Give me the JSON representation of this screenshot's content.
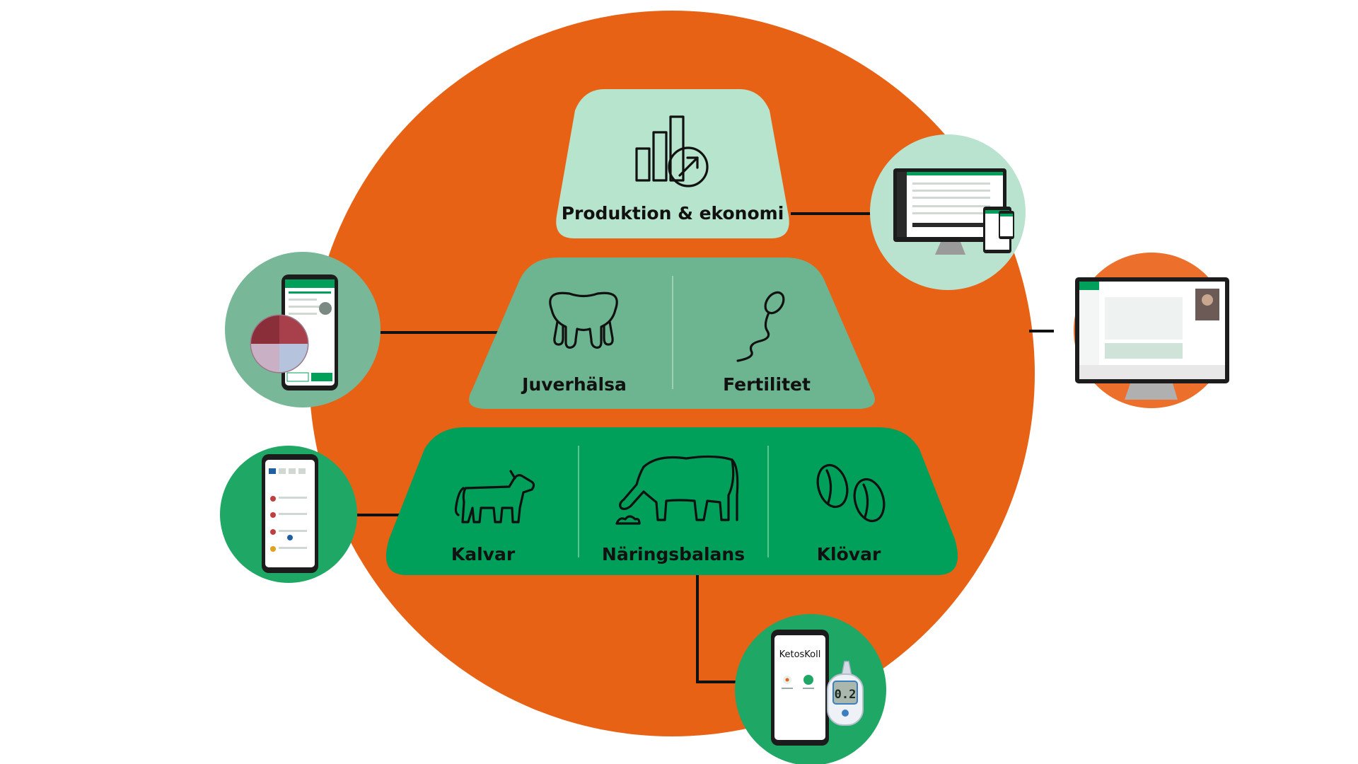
{
  "colors": {
    "orange": "#e86216",
    "orange_light": "#ec6f2c",
    "tier_top": "#b7e4cc",
    "tier_mid": "#6db590",
    "tier_bottom": "#00a05a",
    "device_circle_light": "#b9e3cf",
    "device_circle_mid": "#78b898",
    "device_circle_dark": "#1fa765"
  },
  "pyramid": {
    "top": {
      "label": "Produktion & ekonomi",
      "icon": "bar-chart-growth-icon"
    },
    "middle": [
      {
        "label": "Juverhälsa",
        "icon": "udder-icon"
      },
      {
        "label": "Fertilitet",
        "icon": "sperm-icon"
      }
    ],
    "bottom": [
      {
        "label": "Kalvar",
        "icon": "calf-icon"
      },
      {
        "label": "Näringsbalans",
        "icon": "grazing-cow-icon"
      },
      {
        "label": "Klövar",
        "icon": "hoof-icon"
      }
    ]
  },
  "devices": {
    "ketoskoll": {
      "app_title": "KetosKoll",
      "meter_reading": "0.2"
    }
  }
}
